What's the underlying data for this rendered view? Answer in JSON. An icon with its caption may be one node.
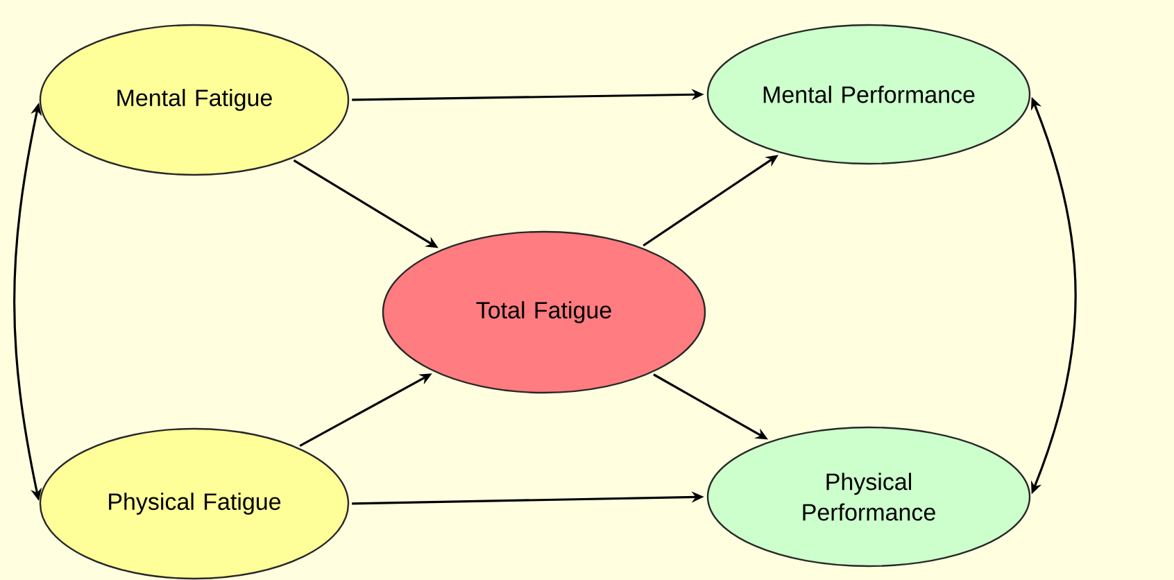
{
  "diagram": {
    "nodes": [
      {
        "text": [
          "Mental Fatigue"
        ]
      },
      {
        "text": [
          "Mental Performance"
        ]
      },
      {
        "text": [
          "Total Fatigue"
        ]
      },
      {
        "text": [
          "Physical Fatigue"
        ]
      },
      {
        "text": [
          "Physical Performance"
        ]
      }
    ],
    "edges": [
      {
        "from": 0,
        "to": 1,
        "arrow": "to"
      },
      {
        "from": 0,
        "to": 2,
        "arrow": "to"
      },
      {
        "from": 3,
        "to": 2,
        "arrow": "to"
      },
      {
        "from": 3,
        "to": 4,
        "arrow": "to"
      },
      {
        "from": 2,
        "to": 1,
        "arrow": "to"
      },
      {
        "from": 2,
        "to": 4,
        "arrow": "to"
      },
      {
        "from": 0,
        "to": 3,
        "arrow": "both"
      },
      {
        "from": 1,
        "to": 4,
        "arrow": "both"
      }
    ]
  }
}
